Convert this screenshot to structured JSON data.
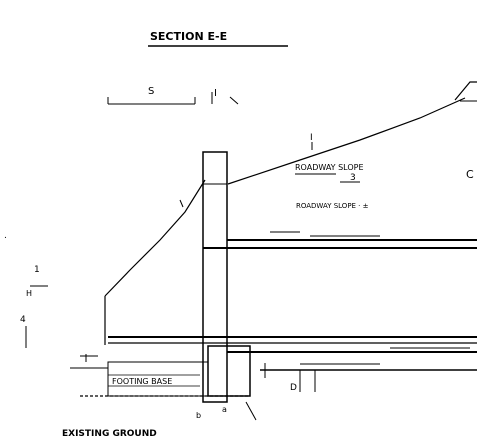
{
  "title": "SECTION E-E",
  "labels": {
    "top_left_dim": "S",
    "top_dim_mark": "I",
    "cut_small": "I",
    "roadway_note": "ROADWAY SLOPE",
    "roadway_num": "3",
    "cut_letter": "C",
    "left_slope_top": "1",
    "left_slope_bottom": "H",
    "left_ratio": "4",
    "bottom_caption": "EXISTING GROUND",
    "bottom_ground": "FOOTING BASE",
    "right_letter": "D",
    "small_a": "a",
    "small_b": "b"
  }
}
